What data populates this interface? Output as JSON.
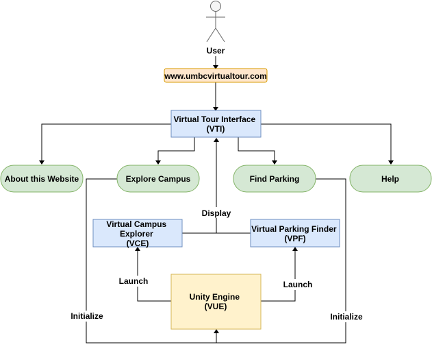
{
  "actor": {
    "label": "User"
  },
  "nodes": {
    "website": {
      "label": "www.umbcvirtualtour.com",
      "fill": "#ffe6cc",
      "stroke": "#d79b00"
    },
    "vti": {
      "lines": [
        "Virtual Tour Interface",
        "(VTI)"
      ],
      "fill": "#dae8fc",
      "stroke": "#6c8ebf"
    },
    "about": {
      "label": "About this Website",
      "fill": "#d5e8d4",
      "stroke": "#82b366"
    },
    "explore": {
      "label": "Explore Campus",
      "fill": "#d5e8d4",
      "stroke": "#82b366"
    },
    "parking": {
      "label": "Find Parking",
      "fill": "#d5e8d4",
      "stroke": "#82b366"
    },
    "help": {
      "label": "Help",
      "fill": "#d5e8d4",
      "stroke": "#82b366"
    },
    "vce": {
      "lines": [
        "Virtual Campus",
        "Explorer",
        "(VCE)"
      ],
      "fill": "#dae8fc",
      "stroke": "#6c8ebf"
    },
    "vpf": {
      "lines": [
        "Virtual Parking Finder",
        "(VPF)"
      ],
      "fill": "#dae8fc",
      "stroke": "#6c8ebf"
    },
    "vue": {
      "lines": [
        "Unity Engine",
        "(VUE)"
      ],
      "fill": "#fff2cc",
      "stroke": "#d6b656"
    }
  },
  "edge_labels": {
    "display": "Display",
    "launch_left": "Launch",
    "launch_right": "Launch",
    "init_left": "Initialize",
    "init_right": "Initialize"
  }
}
